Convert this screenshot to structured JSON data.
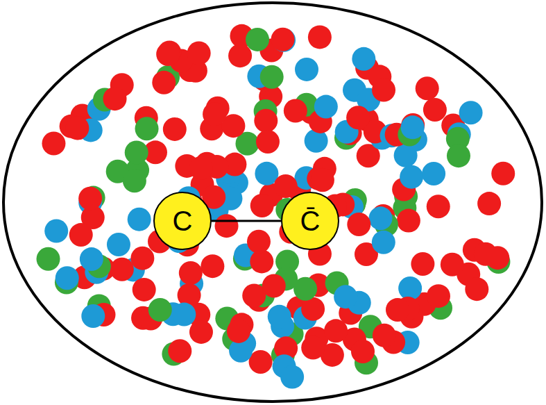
{
  "diagram": {
    "nodes": [
      {
        "text": [
          "C"
        ]
      },
      {
        "text": [
          "C̄"
        ]
      }
    ],
    "edges": [
      {
        "from": 0,
        "to": 1,
        "arrow": "none"
      }
    ]
  }
}
